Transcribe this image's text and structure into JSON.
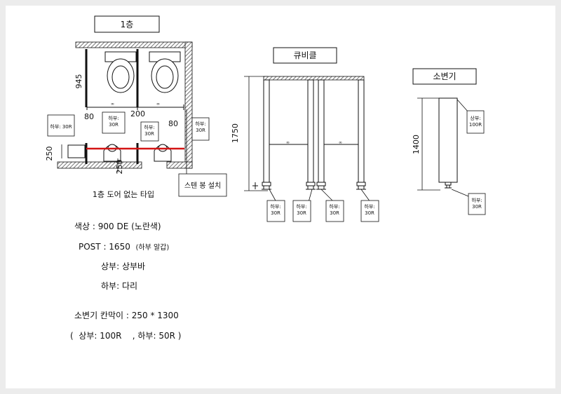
{
  "titles": {
    "floor": "1층",
    "cubicle": "큐비클",
    "urinal": "소변기"
  },
  "plan": {
    "dims": {
      "d945": "945",
      "d80_left": "80",
      "d200": "200",
      "d80_right": "80",
      "d250_left": "250",
      "d250_bottom": "250"
    },
    "labels": {
      "lower_left": "하부: 30R",
      "lower_a": "하부:\n30R",
      "lower_b": "하부:\n30R",
      "lower_right": "하부:\n30R",
      "stand": "스텐  봉 설치"
    },
    "caption": "1층  도어 없는 타입"
  },
  "elevation": {
    "height": "1750",
    "tag_labels": [
      "하부:\n30R",
      "하부:\n30R",
      "하부:\n30R",
      "하부:\n30R"
    ]
  },
  "urinal_view": {
    "height": "1400",
    "top_label": "상부:\n100R",
    "bottom_label": "하부:\n30R"
  },
  "specs": {
    "color": "색상 : 900 DE (노란색)",
    "post": "POST : 1650",
    "post_note": "(하부 알갑)",
    "top": "상부: 상부바",
    "bottom": "하부: 다리",
    "partition": "소변기 칸막이 : 250 * 1300",
    "partition_note": "(  상부: 100R    , 하부: 50R )"
  },
  "colors": {
    "line": "#111111",
    "hatch": "#555555",
    "accent_red": "#d41414",
    "paper": "#ffffff",
    "frame": "#ececec"
  }
}
